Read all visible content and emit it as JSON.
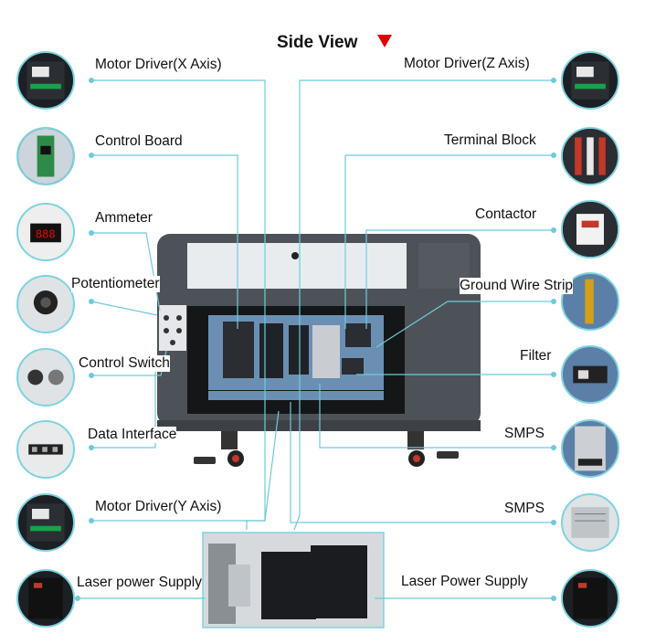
{
  "title": "Side View",
  "colors": {
    "leader": "#6fcadb",
    "arrow": "#e00000",
    "machine": "#4d5258"
  },
  "labels": {
    "motor_driver_x": "Motor Driver(X Axis)",
    "control_board": "Control Board",
    "ammeter": "Ammeter",
    "potentiometer": "Potentiometer",
    "control_switch": "Control Switch",
    "data_interface": "Data Interface",
    "motor_driver_y": "Motor Driver(Y Axis)",
    "laser_power_left": "Laser power Supply",
    "motor_driver_z": "Motor Driver(Z Axis)",
    "terminal_block": "Terminal Block",
    "contactor": "Contactor",
    "ground_wire": "Ground Wire Strip",
    "filter": "Filter",
    "smps_1": "SMPS",
    "smps_2": "SMPS",
    "laser_power_right": "Laser Power Supply"
  },
  "thumb_icons": {
    "left": [
      "motor-driver-icon",
      "control-board-icon",
      "ammeter-icon",
      "potentiometer-icon",
      "control-switch-icon",
      "data-interface-icon",
      "motor-driver-icon",
      "laser-power-supply-icon"
    ],
    "right": [
      "motor-driver-icon",
      "terminal-block-icon",
      "contactor-icon",
      "ground-wire-strip-icon",
      "filter-icon",
      "smps-icon",
      "smps-icon",
      "laser-power-supply-icon"
    ]
  }
}
